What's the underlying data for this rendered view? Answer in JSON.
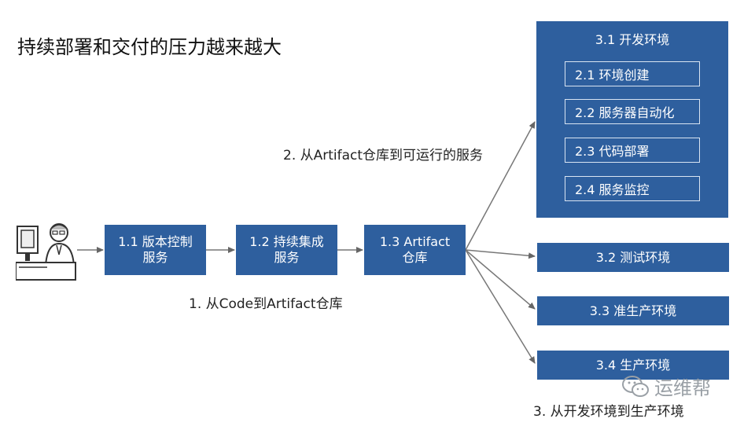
{
  "title": "持续部署和交付的压力越来越大",
  "pipeline": [
    {
      "label": "1.1 版本控制\n服务"
    },
    {
      "label": "1.2 持续集成\n服务"
    },
    {
      "label": "1.3 Artifact\n仓库"
    }
  ],
  "environments": {
    "dev": {
      "title": "3.1 开发环境",
      "steps": [
        "2.1 环境创建",
        "2.2 服务器自动化",
        "2.3 代码部署",
        "2.4 服务监控"
      ]
    },
    "test": "3.2 测试环境",
    "staging": "3.3 准生产环境",
    "prod": "3.4 生产环境"
  },
  "annotations": {
    "stage1": "1. 从Code到Artifact仓库",
    "stage2": "2. 从Artifact仓库到可运行的服务",
    "stage3": "3. 从开发环境到生产环境"
  },
  "watermark": "运维帮",
  "colors": {
    "box_fill": "#2e5f9e",
    "arrow": "#666666"
  },
  "icons": [
    "developer-at-computer-icon",
    "wechat-logo-icon"
  ]
}
